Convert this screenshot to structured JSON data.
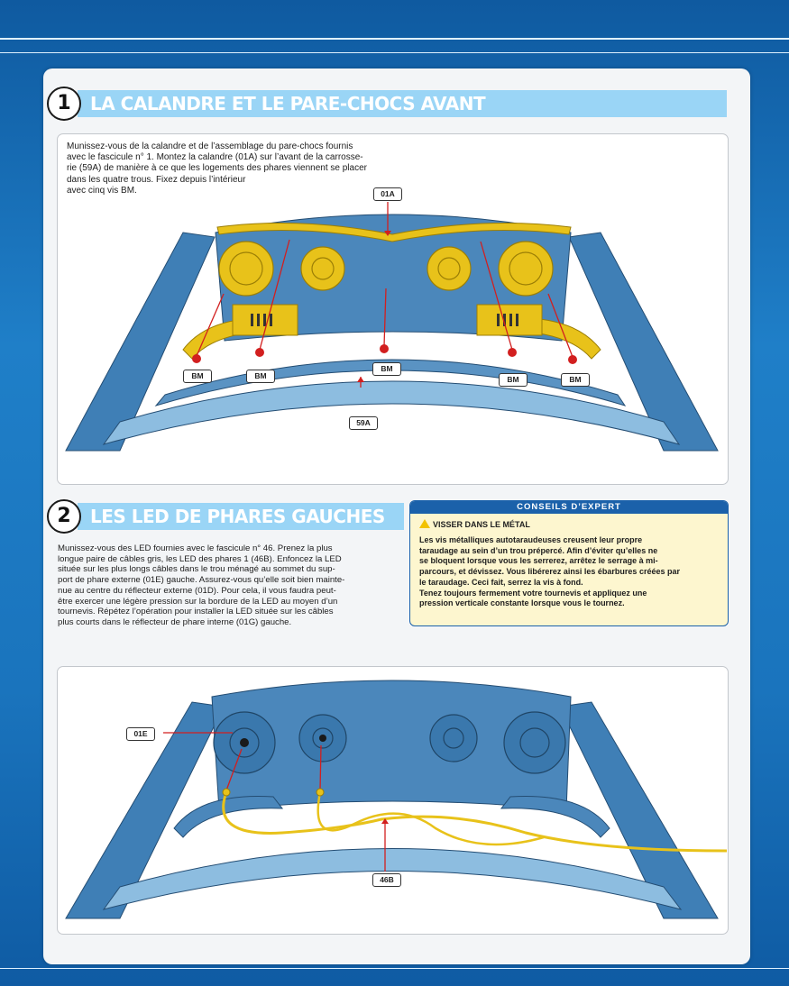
{
  "section1": {
    "number": "1",
    "title": "LA CALANDRE ET LE PARE-CHOCS AVANT",
    "paragraph": [
      "Munissez-vous de la calandre et de l’assemblage du pare-chocs fournis",
      "avec le fascicule n° 1. Montez la calandre (01A) sur l’avant de la carrosse-",
      "rie (59A) de manière à ce que les logements des phares viennent se placer",
      "dans les quatre trous. Fixez depuis l’intérieur",
      "avec cinq vis BM."
    ],
    "labels": {
      "grille": "01A",
      "body": "59A",
      "screw": "BM"
    }
  },
  "section2": {
    "number": "2",
    "title": "LES LED DE PHARES GAUCHES",
    "paragraph": [
      "Munissez-vous des LED fournies avec le fascicule n° 46. Prenez la plus",
      "longue paire de câbles gris, les LED des phares 1 (46B). Enfoncez la LED",
      "située sur les plus longs câbles dans le trou ménagé au sommet du sup-",
      "port de phare externe (01E) gauche. Assurez-vous qu’elle soit bien mainte-",
      "nue au centre du réflecteur externe (01D). Pour cela, il vous faudra peut-",
      "être exercer une légère pression sur la bordure de la LED au moyen d’un",
      "tournevis. Répétez l’opération pour installer la LED située sur les câbles",
      "plus courts dans le réflecteur de phare interne (01G) gauche."
    ],
    "labels": {
      "support": "01E",
      "leds": "46B"
    }
  },
  "tip": {
    "header": "CONSEILS D’EXPERT",
    "subtitle": "VISSER DANS LE MÉTAL",
    "body": [
      "Les vis métalliques autotaraudeuses creusent leur propre",
      "taraudage au sein d’un trou prépercé. Afin d’éviter qu’elles ne",
      "se bloquent lorsque vous les serrerez, arrêtez le serrage à mi-",
      "parcours, et dévissez. Vous libérerez ainsi les ébarbures créées par",
      "le taraudage. Ceci fait, serrez la vis à fond.",
      "Tenez toujours fermement votre tournevis et appliquez une",
      "pression verticale constante lorsque vous le tournez."
    ],
    "icon": "warning-icon"
  },
  "colors": {
    "part_blue": "#3f7fb6",
    "part_yellow": "#e8c21a",
    "screw_red": "#d21f1f",
    "accent": "#1b61aa"
  }
}
